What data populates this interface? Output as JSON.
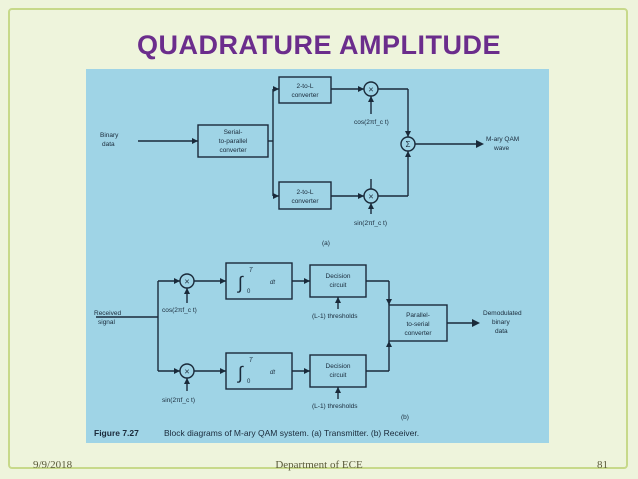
{
  "slide": {
    "title": "QUADRATURE AMPLITUDE",
    "footer_date": "9/9/2018",
    "footer_center": "Department of  ECE",
    "footer_page": "81"
  },
  "figure": {
    "caption_label": "Figure 7.27",
    "caption_text": "Block diagrams of M-ary QAM system. (a) Transmitter. (b) Receiver.",
    "transmitter": {
      "input_l1": "Binary",
      "input_l2": "data",
      "sp_l1": "Serial-",
      "sp_l2": "to-parallel",
      "sp_l3": "converter",
      "conv_top_l1": "2-to-L",
      "conv_top_l2": "converter",
      "conv_bot_l1": "2-to-L",
      "conv_bot_l2": "converter",
      "cos_label": "cos(2πf_c t)",
      "sin_label": "sin(2πf_c t)",
      "sum_symbol": "Σ",
      "out_l1": "M-ary QAM",
      "out_l2": "wave",
      "panel_label": "(a)"
    },
    "receiver": {
      "input_l1": "Received",
      "input_l2": "signal",
      "cos_label": "cos(2πf_c t)",
      "sin_label": "sin(2πf_c t)",
      "integrator_upper": "T",
      "integrator_lower": "0",
      "integrator_dt": "dt",
      "dec_top_l1": "Decision",
      "dec_top_l2": "circuit",
      "dec_bot_l1": "Decision",
      "dec_bot_l2": "circuit",
      "thresh_top": "(L-1) thresholds",
      "thresh_bot": "(L-1) thresholds",
      "ps_l1": "Parallel-",
      "ps_l2": "to-serial",
      "ps_l3": "converter",
      "out_l1": "Demodulated",
      "out_l2": "binary",
      "out_l3": "data",
      "panel_label": "(b)"
    },
    "multiply_symbol": "×",
    "integral_symbol": "∫"
  }
}
